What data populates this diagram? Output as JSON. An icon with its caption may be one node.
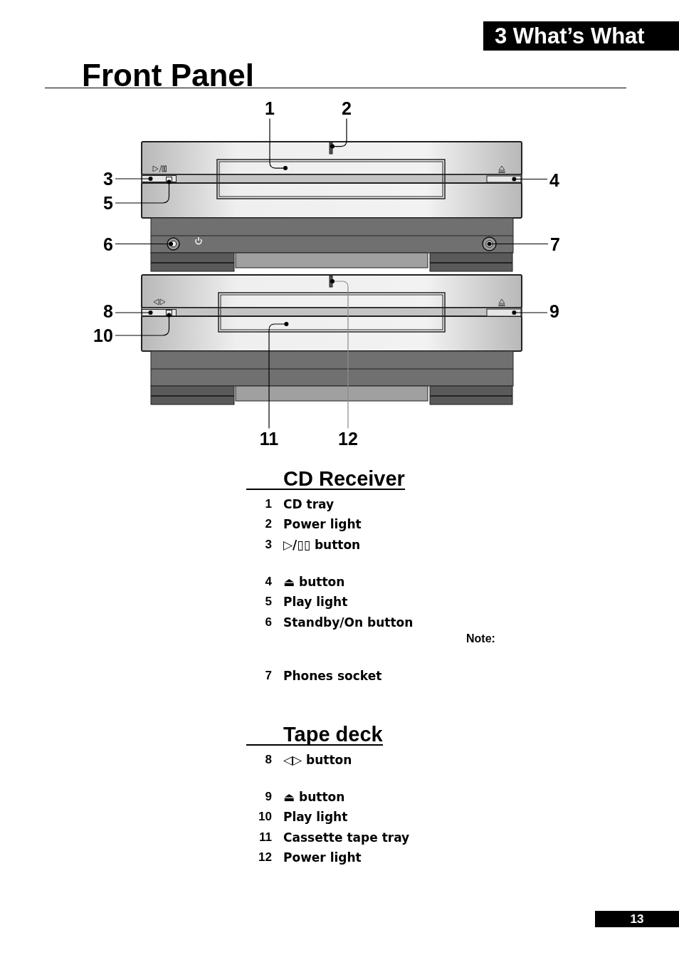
{
  "diagram": {
    "title": "Front Panel",
    "nodes": [
      {
        "text": [
          "1"
        ]
      },
      {
        "text": [
          "2"
        ]
      },
      {
        "text": [
          "3"
        ]
      },
      {
        "text": [
          "4"
        ]
      },
      {
        "text": [
          "5"
        ]
      },
      {
        "text": [
          "6"
        ]
      },
      {
        "text": [
          "7"
        ]
      },
      {
        "text": [
          "8"
        ]
      },
      {
        "text": [
          "9"
        ]
      },
      {
        "text": [
          "10"
        ]
      },
      {
        "text": [
          "11"
        ]
      },
      {
        "text": [
          "12"
        ]
      },
      {
        "text": [],
        "shape": "box"
      },
      {
        "text": [],
        "shape": "bar"
      },
      {
        "text": [],
        "shape": "box"
      },
      {
        "text": [],
        "shape": "box"
      },
      {
        "text": [],
        "shape": "box",
        "in": 14
      },
      {
        "text": [],
        "shape": "circle"
      },
      {
        "text": [],
        "shape": "circle"
      },
      {
        "text": [],
        "shape": "box"
      },
      {
        "text": [],
        "shape": "box"
      },
      {
        "text": [],
        "shape": "box",
        "in": 19
      },
      {
        "text": [],
        "shape": "box"
      },
      {
        "text": [],
        "shape": "bar"
      }
    ],
    "edges": [
      {
        "from": 0,
        "to": 12,
        "arrow": "other"
      },
      {
        "from": 1,
        "to": 13,
        "arrow": "other"
      },
      {
        "from": 2,
        "to": 14,
        "arrow": "other"
      },
      {
        "from": 3,
        "to": 15,
        "arrow": "other"
      },
      {
        "from": 4,
        "to": 16,
        "arrow": "other"
      },
      {
        "from": 5,
        "to": 17,
        "arrow": "other"
      },
      {
        "from": 6,
        "to": 18,
        "arrow": "other"
      },
      {
        "from": 7,
        "to": 19,
        "arrow": "other"
      },
      {
        "from": 8,
        "to": 20,
        "arrow": "other"
      },
      {
        "from": 9,
        "to": 21,
        "arrow": "other"
      },
      {
        "from": 10,
        "to": 22,
        "arrow": "other"
      },
      {
        "from": 11,
        "to": 23,
        "arrow": "other",
        "color": "#8a8a8a"
      }
    ],
    "labels": [
      "3 What’s What",
      "CD Receiver",
      "1",
      "CD tray",
      "2",
      "Power light",
      "3",
      "▷/▯▯ button",
      "4",
      "⏏ button",
      "5",
      "Play light",
      "6",
      "Standby/On button",
      "Note:",
      "7",
      "Phones socket",
      "Tape deck",
      "8",
      "◁▷ button",
      "9",
      "⏏ button",
      "10",
      "Play light",
      "11",
      "Cassette tape tray",
      "12",
      "Power light",
      "13"
    ]
  }
}
